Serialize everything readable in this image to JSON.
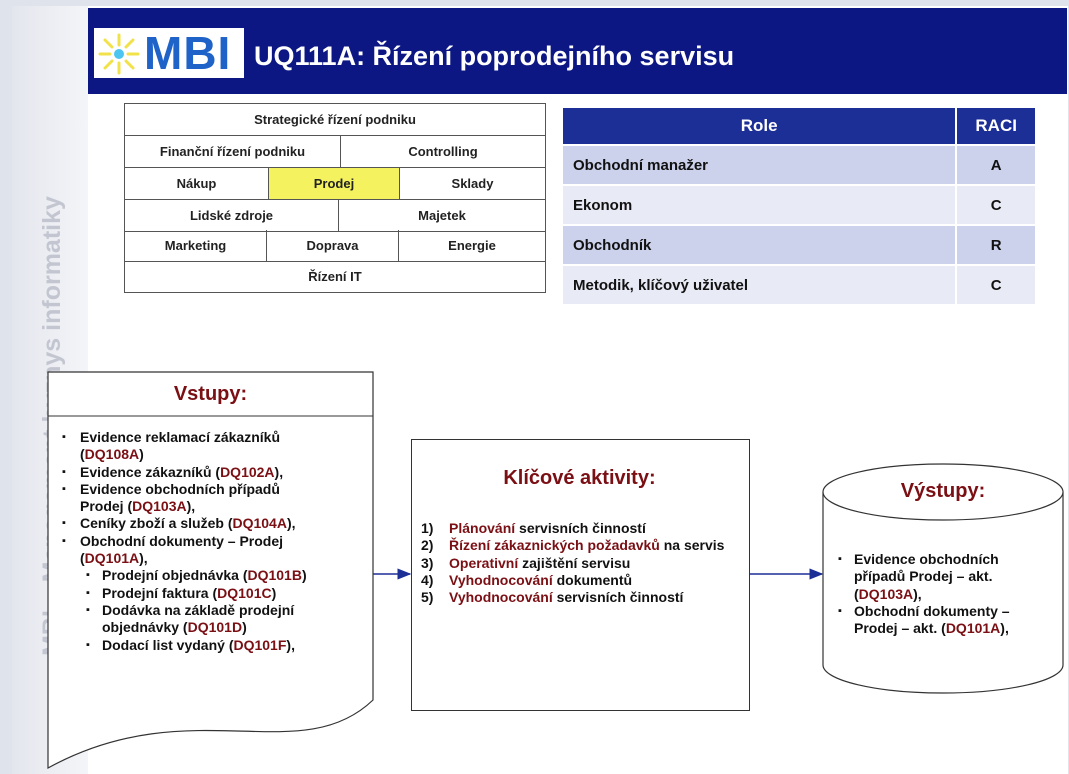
{
  "sidebar": {
    "text": "MBI – Management byznys informatiky"
  },
  "header": {
    "logo_text": "MBI",
    "title": "UQ111A: Řízení poprodejního servisu"
  },
  "module_grid": {
    "rows": [
      [
        "Strategické řízení podniku"
      ],
      [
        "Finanční řízení podniku",
        "Controlling"
      ],
      [
        "Nákup",
        "Prodej",
        "Sklady"
      ],
      [
        "Lidské  zdroje",
        "Majetek"
      ],
      [
        "Marketing",
        "Doprava",
        "Energie"
      ],
      [
        "Řízení IT"
      ]
    ],
    "highlighted": "Prodej",
    "highlight_color": "#f5f25f"
  },
  "raci": {
    "header_role": "Role",
    "header_raci": "RACI",
    "rows": [
      {
        "role": "Obchodní manažer",
        "code": "A"
      },
      {
        "role": "Ekonom",
        "code": "C"
      },
      {
        "role": "Obchodník",
        "code": "R"
      },
      {
        "role": "Metodik, klíčový uživatel",
        "code": "C"
      }
    ],
    "header_color": "#1c2f97"
  },
  "inputs": {
    "title": "Vstupy:",
    "items": [
      {
        "level": 1,
        "text": "Evidence reklamací zákazníků"
      },
      {
        "level": 1,
        "cont": true,
        "pre": "(",
        "ref": "DQ108A",
        "post": ")"
      },
      {
        "level": 1,
        "text": "Evidence zákazníků (",
        "ref": "DQ102A",
        "post": "),"
      },
      {
        "level": 1,
        "text": "Evidence obchodních případů"
      },
      {
        "level": 1,
        "cont": true,
        "pre": "Prodej (",
        "ref": "DQ103A",
        "post": "),"
      },
      {
        "level": 1,
        "text": "Ceníky zboží a služeb (",
        "ref": "DQ104A",
        "post": "),"
      },
      {
        "level": 1,
        "text": "Obchodní dokumenty  – Prodej"
      },
      {
        "level": 1,
        "cont": true,
        "pre": "(",
        "ref": "DQ101A",
        "post": "),"
      },
      {
        "level": 2,
        "text": "Prodejní objednávka (",
        "ref": "DQ101B",
        "post": ")"
      },
      {
        "level": 2,
        "text": "Prodejní faktura (",
        "ref": "DQ101C",
        "post": ")"
      },
      {
        "level": 2,
        "text": "Dodávka na základě prodejní"
      },
      {
        "level": 2,
        "cont": true,
        "pre": "objednávky (",
        "ref": "DQ101D",
        "post": ")"
      },
      {
        "level": 2,
        "text": "Dodací list vydaný  (",
        "ref": "DQ101F",
        "post": "),"
      }
    ]
  },
  "activities": {
    "title": "Klíčové aktivity:",
    "items": [
      {
        "num": "1)",
        "a": "Plánování",
        "b": " servisních činností"
      },
      {
        "num": "2)",
        "a": "Řízení zákaznických požadavků",
        "b": " na servis"
      },
      {
        "num": "3)",
        "a": "Operativní",
        "b": " zajištění servisu"
      },
      {
        "num": "4)",
        "a": "Vyhodnocování",
        "b": " dokumentů"
      },
      {
        "num": "5)",
        "a": "Vyhodnocování",
        "b": " servisních činností"
      }
    ]
  },
  "outputs": {
    "title": "Výstupy:",
    "items": [
      {
        "text": "Evidence obchodních"
      },
      {
        "cont": true,
        "pre": "případů Prodej – akt."
      },
      {
        "cont": true,
        "pre": "(",
        "ref": "DQ103A",
        "post": "),"
      },
      {
        "text": "Obchodní dokumenty –"
      },
      {
        "cont": true,
        "pre": "Prodej – akt. (",
        "ref": "DQ101A",
        "post": "),"
      }
    ]
  }
}
